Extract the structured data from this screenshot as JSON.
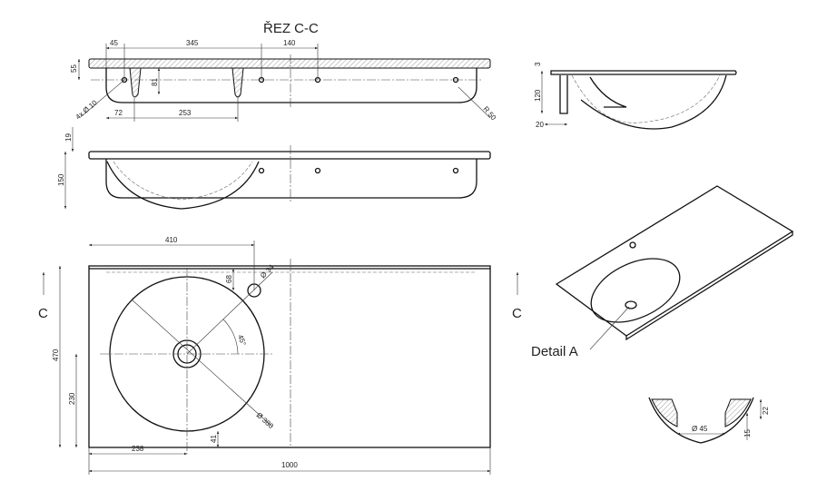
{
  "section": {
    "title": "ŘEZ C-C",
    "dims": {
      "d45": "45",
      "d345": "345",
      "d140": "140",
      "d55": "55",
      "d81": "81",
      "d72": "72",
      "d253": "253",
      "holes": "4x Ø 10",
      "radius": "R 50"
    }
  },
  "side": {
    "dims": {
      "d3": "3",
      "d120": "120",
      "d20": "20"
    }
  },
  "front": {
    "dims": {
      "d19": "19",
      "d150": "150"
    }
  },
  "plan": {
    "dims": {
      "d410": "410",
      "d470": "470",
      "d230": "230",
      "d238": "238",
      "d1000": "1000",
      "d68": "68",
      "tap": "Ø 34",
      "angle": "45°",
      "bowl": "Ø 380",
      "d41": "41"
    },
    "section_mark": "C"
  },
  "iso": {
    "detail_label": "Detail A"
  },
  "detail": {
    "dims": {
      "drain": "Ø 45",
      "d22": "22",
      "d15": "15"
    }
  }
}
